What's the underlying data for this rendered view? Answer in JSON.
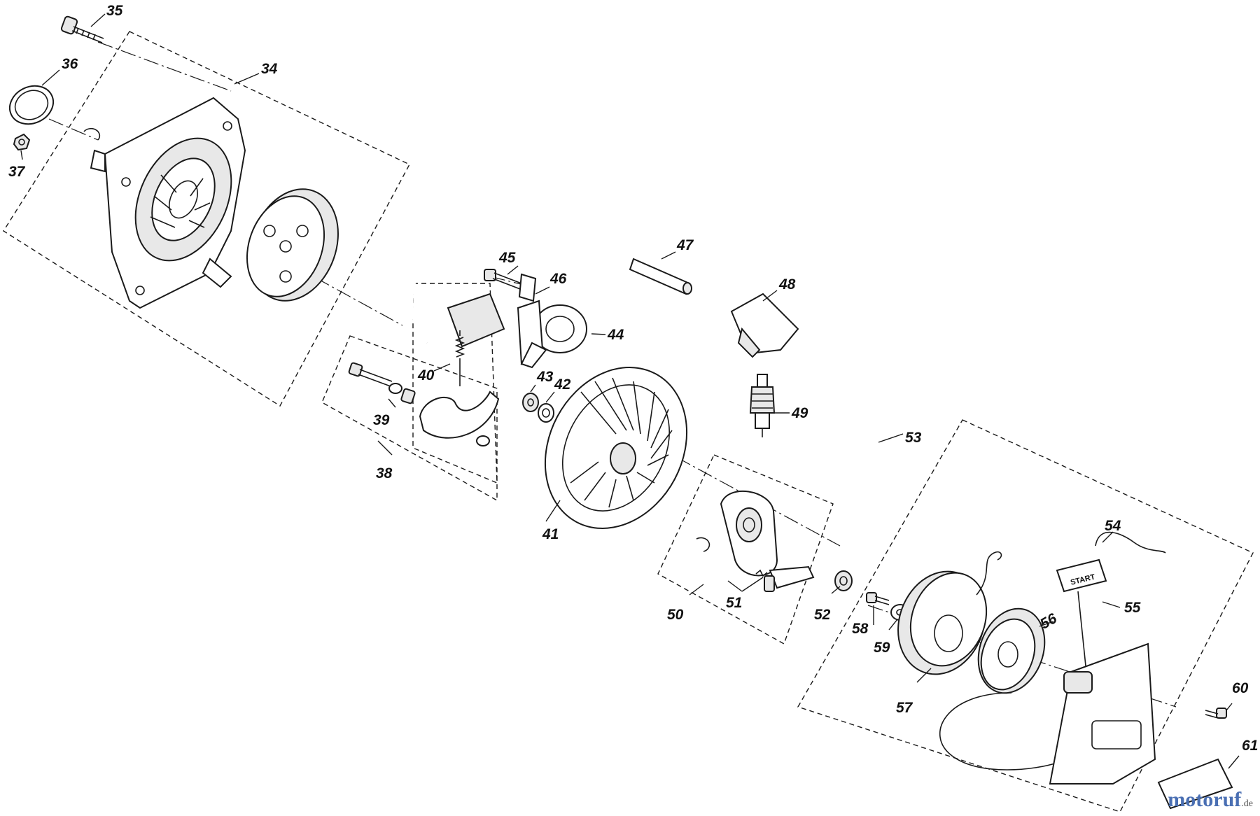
{
  "labels": {
    "p34": "34",
    "p35": "35",
    "p36": "36",
    "p37": "37",
    "p38": "38",
    "p39": "39",
    "p40": "40",
    "p41": "41",
    "p42": "42",
    "p43": "43",
    "p44": "44",
    "p45": "45",
    "p46": "46",
    "p47": "47",
    "p48": "48",
    "p49": "49",
    "p50": "50",
    "p51": "51",
    "p52": "52",
    "p53": "53",
    "p54": "54",
    "p55": "55",
    "p56": "56",
    "p57": "57",
    "p58": "58",
    "p59": "59",
    "p60": "60",
    "p61": "61"
  },
  "handle_text": "START",
  "watermark": {
    "brand": "motoruf",
    "tld": ".de"
  }
}
